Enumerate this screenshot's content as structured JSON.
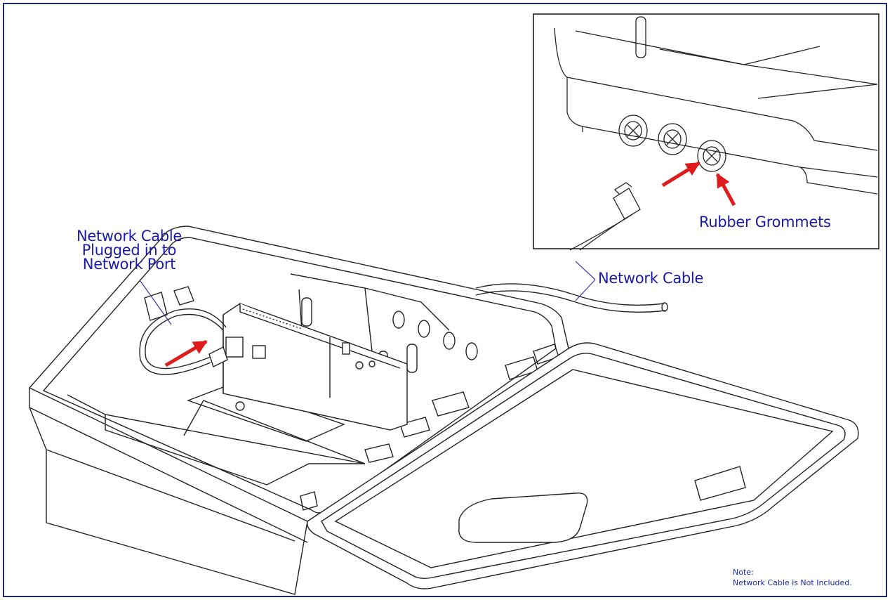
{
  "callouts": {
    "plugged_line1": "Network Cable",
    "plugged_line2": "Plugged in to",
    "plugged_line3": "Network Port",
    "network_cable": "Network Cable",
    "rubber_grommets": "Rubber Grommets"
  },
  "note": {
    "heading": "Note:",
    "text": "Network Cable is Not Included."
  },
  "colors": {
    "label_blue": "#1a1aa8",
    "arrow_red": "#e01b1b",
    "frame_navy": "#1f2a6b",
    "line_art": "#222222"
  }
}
